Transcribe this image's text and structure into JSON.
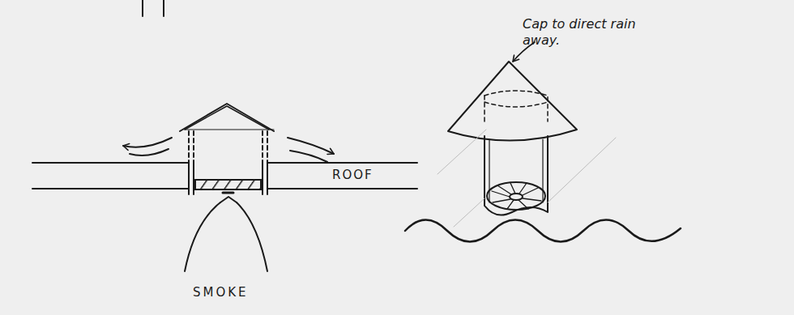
{
  "diagram": {
    "labels": [
      "Cap to direct rain away.",
      "ROOF",
      "SMOKE"
    ]
  }
}
